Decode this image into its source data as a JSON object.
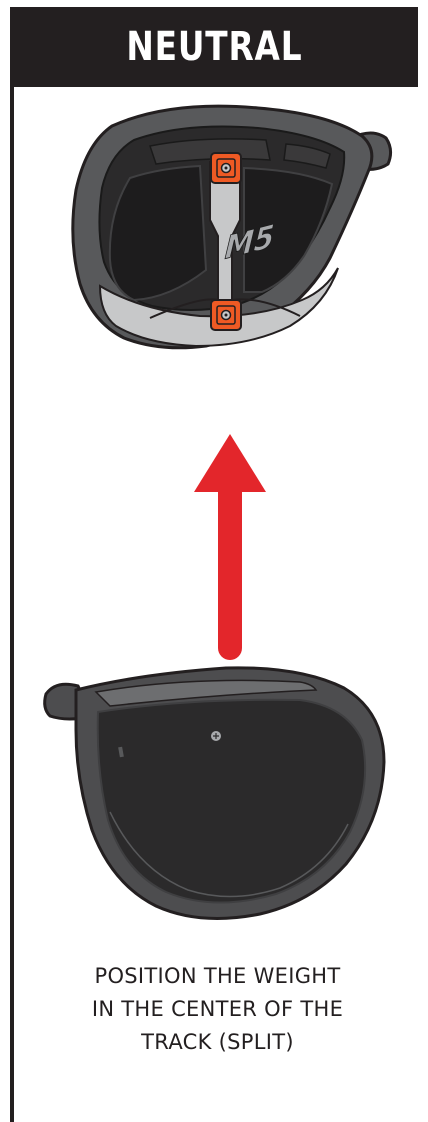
{
  "header": {
    "title": "NEUTRAL"
  },
  "illustrations": {
    "sole_view": {
      "logo_text": "M5",
      "weights": [
        "top-weight",
        "bottom-weight"
      ]
    },
    "arrow": {
      "direction": "up",
      "color": "#e3262b"
    },
    "crown_view": {}
  },
  "caption": {
    "line1": "POSITION THE WEIGHT",
    "line2": "IN THE CENTER OF THE",
    "line3": "TRACK (SPLIT)"
  },
  "colors": {
    "header_bg": "#231f20",
    "weight_orange": "#ef5a24",
    "arrow_red": "#e3262b",
    "track_gray": "#c7c8c9"
  }
}
